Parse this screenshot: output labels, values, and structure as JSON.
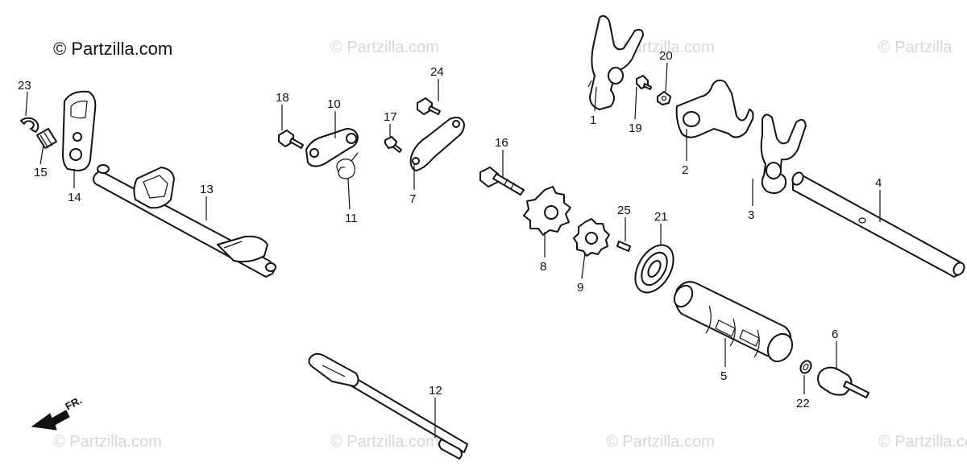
{
  "header": {
    "copyright": "© Partzilla.com"
  },
  "watermarks": [
    "© Partzilla.com",
    "© Partzilla.com",
    "© Partzilla.com",
    "© Partzilla.com",
    "© Partzilla.com",
    "© Partzilla",
    "© Partzilla.com",
    "© Partzilla.com"
  ],
  "direction_arrow": {
    "label": "FR."
  },
  "parts": {
    "p1": "1",
    "p2": "2",
    "p3": "3",
    "p4": "4",
    "p5": "5",
    "p6": "6",
    "p7": "7",
    "p8": "8",
    "p9": "9",
    "p10": "10",
    "p11": "11",
    "p12": "12",
    "p13": "13",
    "p14": "14",
    "p15": "15",
    "p16": "16",
    "p17": "17",
    "p18": "18",
    "p19": "19",
    "p20": "20",
    "p21": "21",
    "p22": "22",
    "p23": "23",
    "p24": "24",
    "p25": "25"
  },
  "colors": {
    "line": "#111111",
    "watermark": "#d6d6d6",
    "background": "#ffffff"
  }
}
